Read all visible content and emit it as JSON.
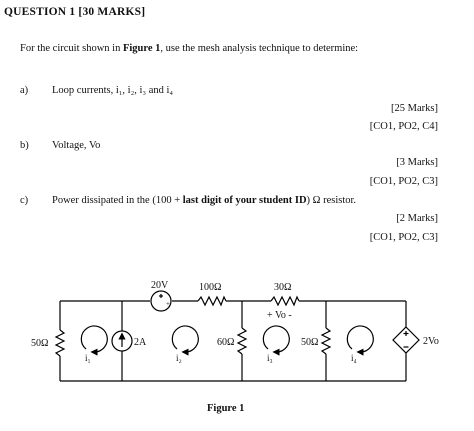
{
  "heading": "QUESTION 1 [30 MARKS]",
  "intro": {
    "before": "For the circuit shown in ",
    "figure_ref": "Figure 1",
    "after": ", use the mesh analysis technique to determine:"
  },
  "parts": [
    {
      "label": "a)",
      "text": "Loop currents, i₁, i₂, i₃ and i₄",
      "marks": "[25 Marks]",
      "outcomes": "[CO1, PO2, C4]"
    },
    {
      "label": "b)",
      "text": "Voltage, Vo",
      "marks": "[3 Marks]",
      "outcomes": "[CO1, PO2, C3]"
    },
    {
      "label": "c)",
      "text_before": "Power dissipated in the (100 + ",
      "text_bold": "last digit of your student ID",
      "text_after": ") Ω resistor.",
      "marks": "[2 Marks]",
      "outcomes": "[CO1, PO2, C3]"
    }
  ],
  "circuit": {
    "r_left": "50Ω",
    "source_current": "2A",
    "source_voltage": "20V",
    "r_top1": "100Ω",
    "r_mid": "60Ω",
    "r_top2": "30Ω",
    "vo_label": "+ Vo -",
    "r_right": "50Ω",
    "dep_source": "2Vo",
    "plus": "+",
    "minus": "-",
    "loops": [
      "i₁",
      "i₂",
      "i₃",
      "i₄"
    ]
  },
  "figure_caption": "Figure 1"
}
